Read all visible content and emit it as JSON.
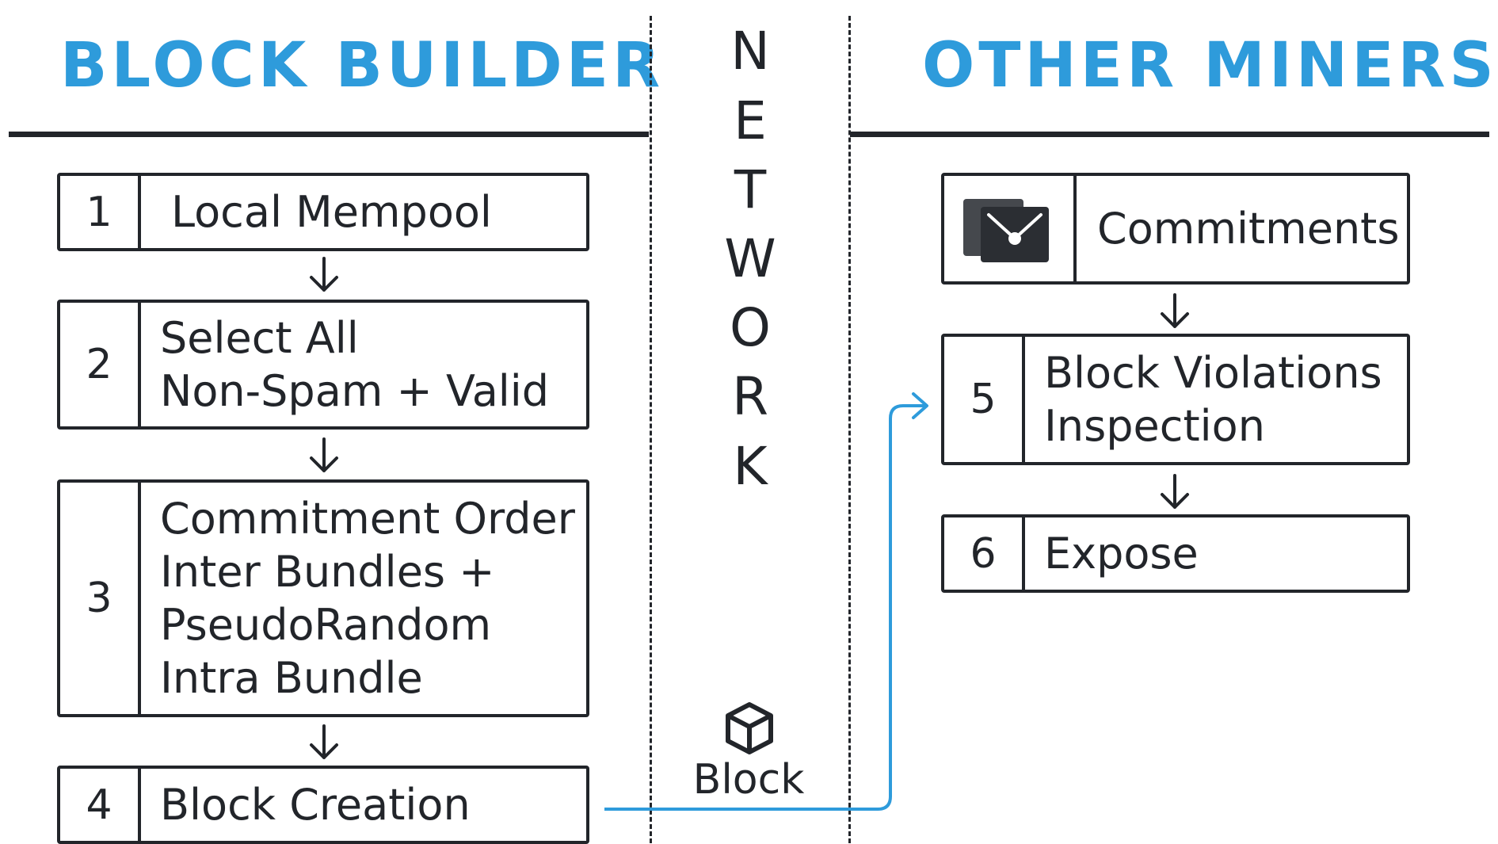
{
  "headings": {
    "left": "BLOCK BUILDER",
    "right": "OTHER MINERS"
  },
  "network": {
    "letters": [
      "N",
      "E",
      "T",
      "W",
      "O",
      "R",
      "K"
    ]
  },
  "builder_steps": [
    {
      "num": "1",
      "lines": [
        "Local Mempool"
      ]
    },
    {
      "num": "2",
      "lines": [
        "Select All",
        "Non-Spam + Valid"
      ]
    },
    {
      "num": "3",
      "lines": [
        "Commitment Order",
        "Inter Bundles +",
        "PseudoRandom",
        "Intra Bundle"
      ]
    },
    {
      "num": "4",
      "lines": [
        "Block Creation"
      ]
    }
  ],
  "miner_steps": {
    "commitments": {
      "icon": "envelope-icon",
      "label": "Commitments"
    },
    "steps": [
      {
        "num": "5",
        "lines": [
          "Block Violations",
          "Inspection"
        ]
      },
      {
        "num": "6",
        "lines": [
          "Expose"
        ]
      }
    ]
  },
  "block": {
    "icon": "cube-icon",
    "label": "Block"
  },
  "colors": {
    "accent": "#2e9bdb",
    "ink": "#22252a",
    "icon_dark": "#2b2e33",
    "icon_back": "#45484d"
  }
}
